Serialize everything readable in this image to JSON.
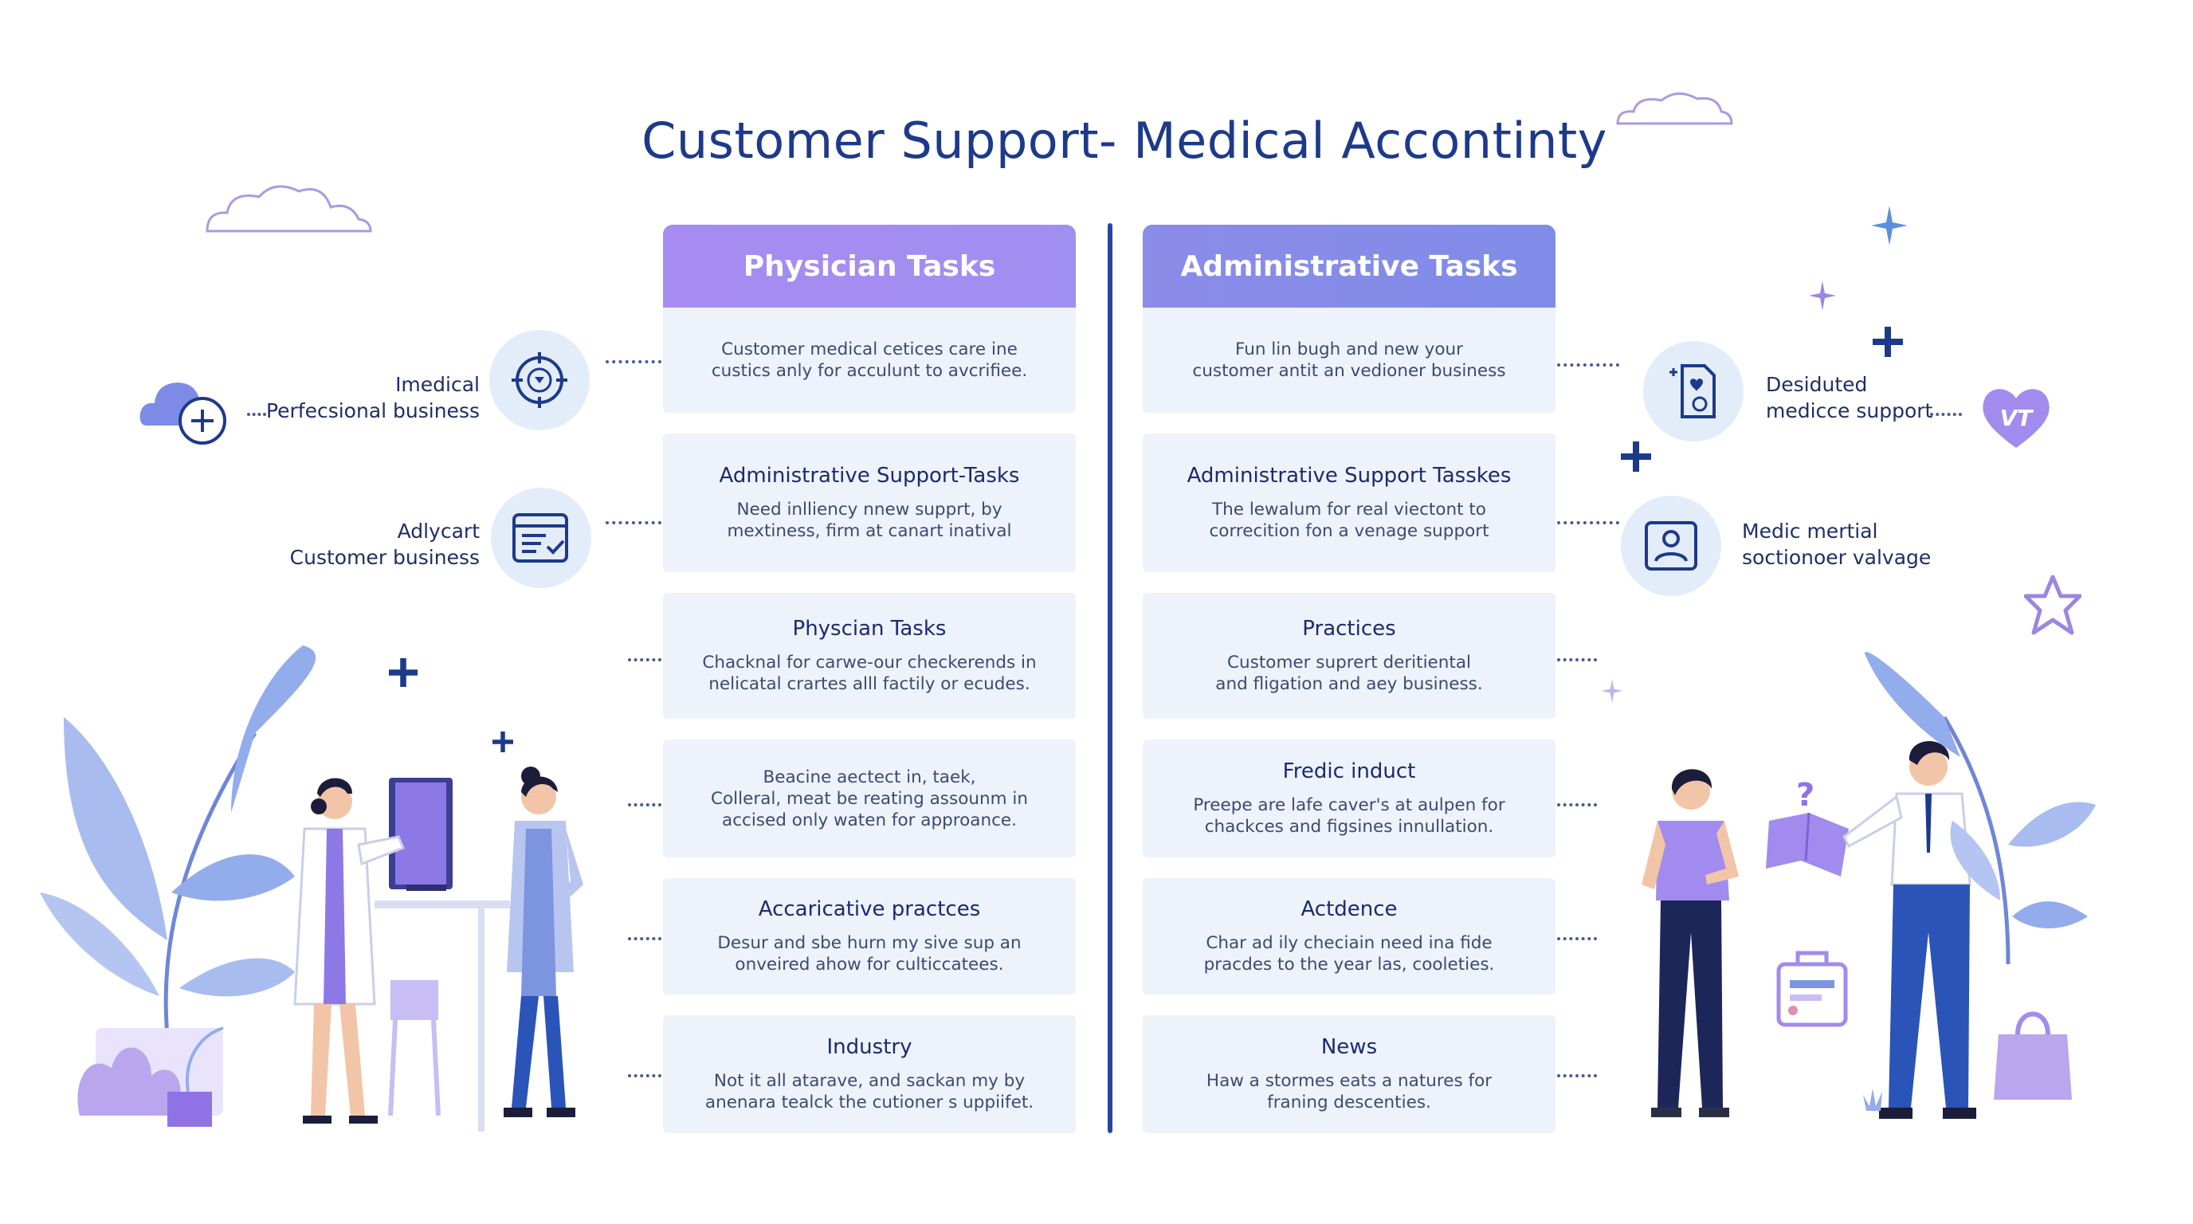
{
  "title": "Customer Support- Medical Accontinty",
  "columns": {
    "left": {
      "header": "Physician Tasks",
      "header_color": "#a78bf0",
      "cards": [
        {
          "heading": "",
          "body": "Customer medical cetices care ine\ncustics anly for acculunt to avcrifiee."
        },
        {
          "heading": "Administrative Support-Tasks",
          "body": "Need inlliency nnew supprt, by\nmextiness, firm at canart inatival"
        },
        {
          "heading": "Physcian Tasks",
          "body": "Chacknal for carwe-our checkerends in\nnelicatal crartes alll factily or ecudes."
        },
        {
          "heading": "",
          "body": "Beacine aectect in, taek,\nColleral, meat be reating assounm in\naccised only waten for approance."
        },
        {
          "heading": "Accaricative practces",
          "body": "Desur and sbe hurn my sive sup an\nonveired ahow for culticcatees."
        },
        {
          "heading": "Industry",
          "body": "Not it all atarave, and sackan my by\nanenara tealck the cutioner s uppiifet."
        }
      ]
    },
    "right": {
      "header": "Administrative Tasks",
      "header_color": "#7f8de8",
      "cards": [
        {
          "heading": "",
          "body": "Fun lin bugh and new your\ncustomer antit an vedioner business"
        },
        {
          "heading": "Administrative Support Tasskes",
          "body": "The lewalum for real viectont to\ncorrecition fon a venage support"
        },
        {
          "heading": "Practices",
          "body": "Customer suprert deritiental\nand fligation and aey business."
        },
        {
          "heading": "Fredic induct",
          "body": "Preepe are lafe caver's at aulpen for\nchackces and figsines innullation."
        },
        {
          "heading": "Actdence",
          "body": "Char ad ily checiain need ina fide\npracdes to the year las, cooleties."
        },
        {
          "heading": "News",
          "body": "Haw a stormes eats a natures for\nfraning descenties."
        }
      ]
    }
  },
  "side_labels": {
    "left_top": {
      "line1": "Imedical",
      "line2": "Perfecsional business"
    },
    "left_mid": {
      "line1": "Adlycart",
      "line2": "Customer business"
    },
    "right_top": {
      "line1": "Desiduted",
      "line2": "medicce support"
    },
    "right_mid": {
      "line1": "Medic mertial",
      "line2": "soctionoer valvage"
    }
  },
  "icons": {
    "left_top": "target-icon",
    "left_mid": "document-check-icon",
    "right_top": "medical-file-icon",
    "right_mid": "user-card-icon",
    "cloud_left": "cloud-plus-icon",
    "heart": "heart-icon"
  },
  "heart_text": "VT",
  "question_mark": "?",
  "colors": {
    "accent_dark": "#1d3a8a",
    "purple": "#a78bf0",
    "indigo": "#7f8de8",
    "card_bg": "#eef2fb",
    "leaf": "#93acec"
  }
}
